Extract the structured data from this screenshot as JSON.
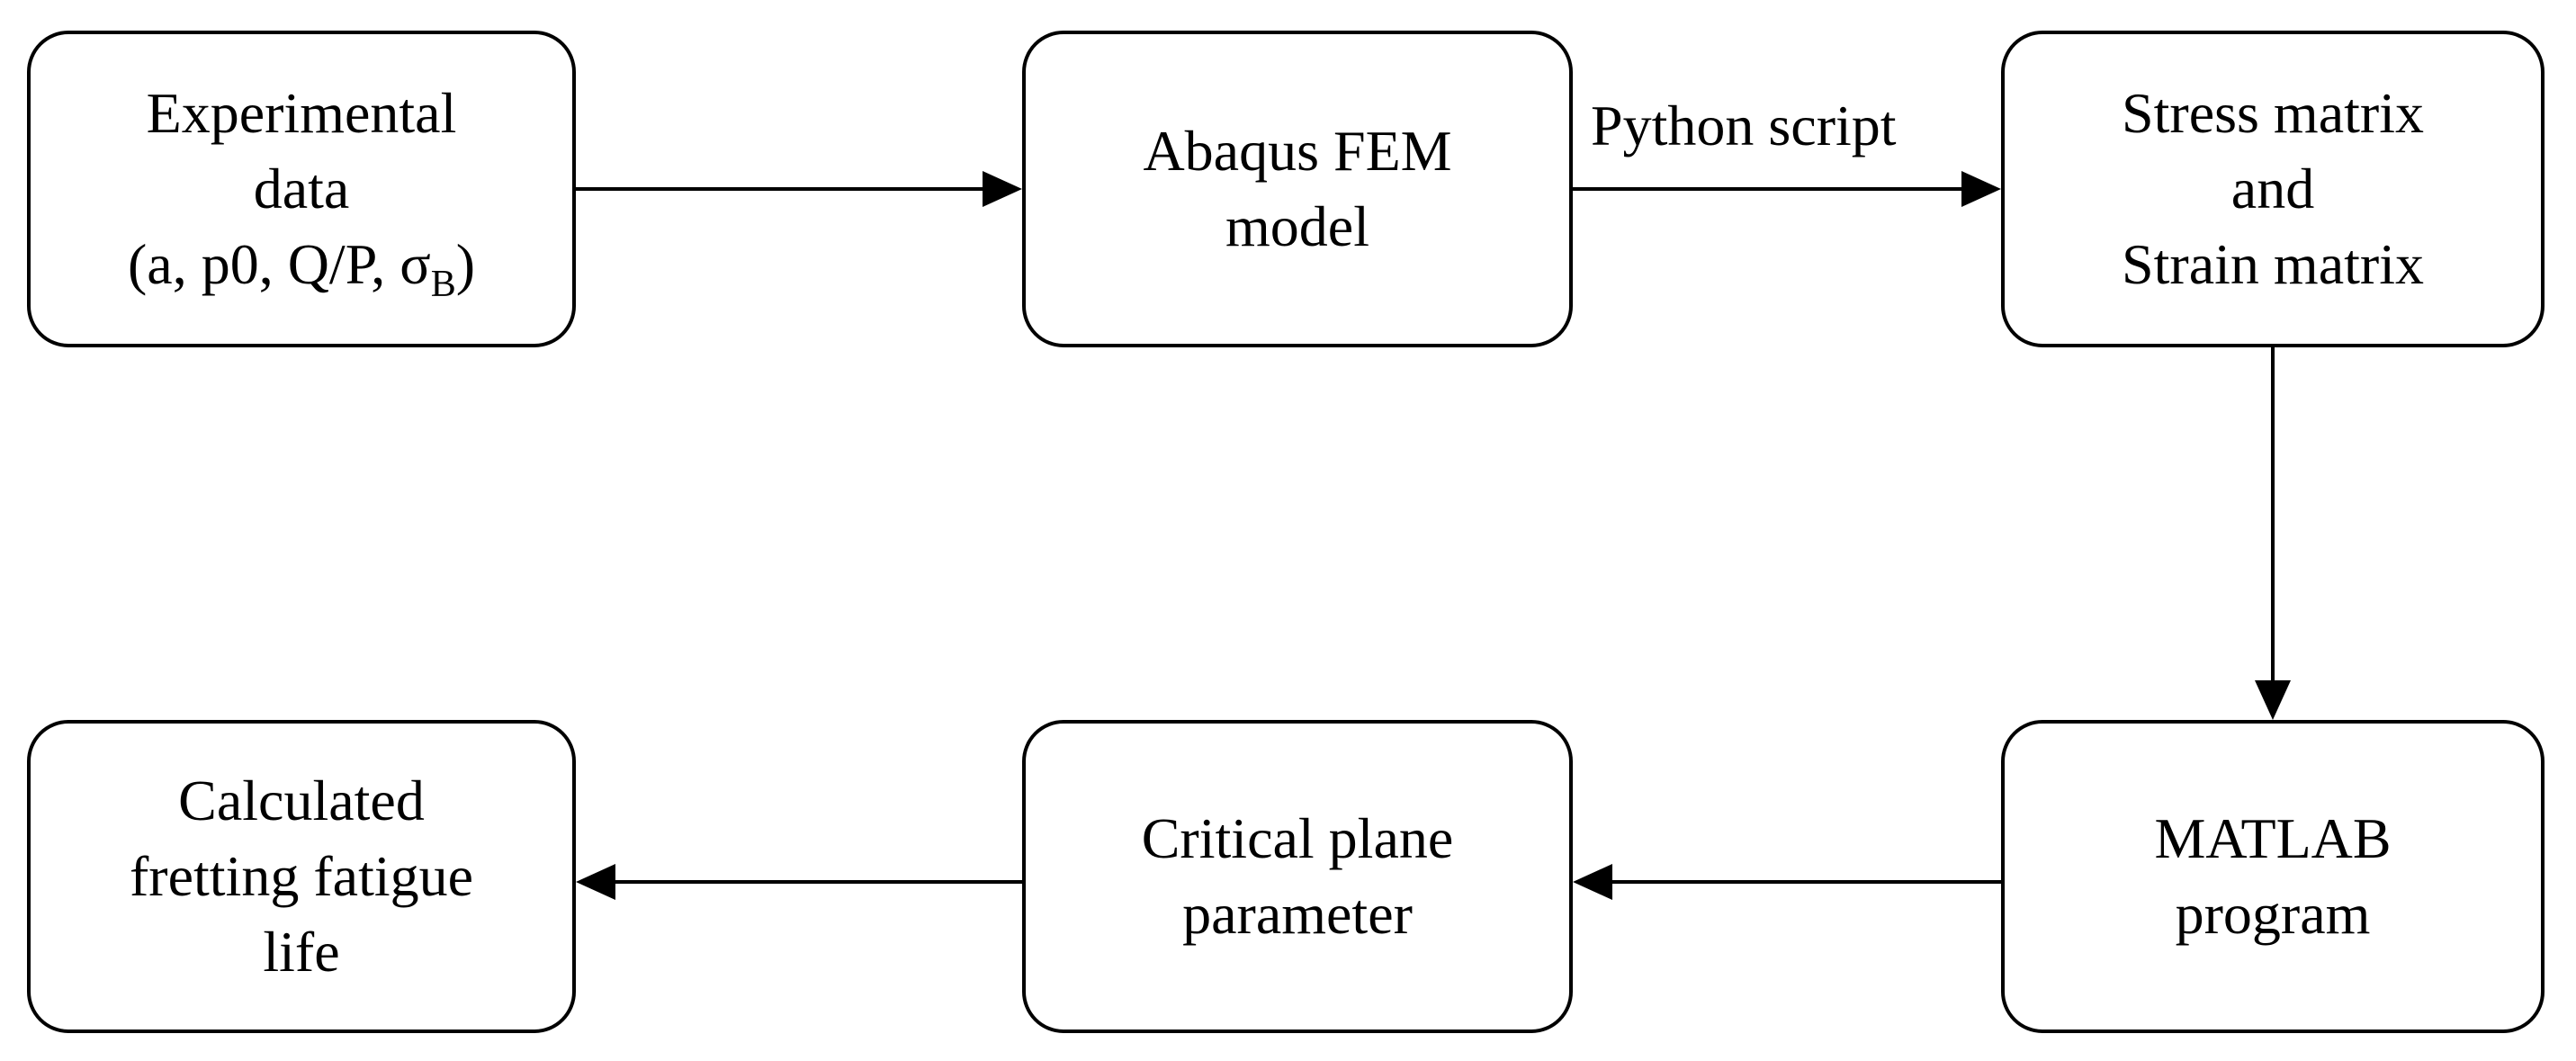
{
  "nodes": {
    "experimental": {
      "line1": "Experimental",
      "line2": "data",
      "line3_prefix": "(a, p0, Q/P, σ",
      "line3_sub": "B",
      "line3_suffix": ")"
    },
    "abaqus": {
      "line1": "Abaqus FEM",
      "line2": "model"
    },
    "stress_strain": {
      "line1": "Stress matrix",
      "line2": "and",
      "line3": "Strain matrix"
    },
    "matlab": {
      "line1": "MATLAB",
      "line2": "program"
    },
    "critical_plane": {
      "line1": "Critical plane",
      "line2": "parameter"
    },
    "fatigue_life": {
      "line1": "Calculated",
      "line2": "fretting fatigue",
      "line3": "life"
    }
  },
  "edges": {
    "abaqus_to_stress_label": "Python script"
  },
  "colors": {
    "stroke": "#000000",
    "fill": "#ffffff"
  }
}
